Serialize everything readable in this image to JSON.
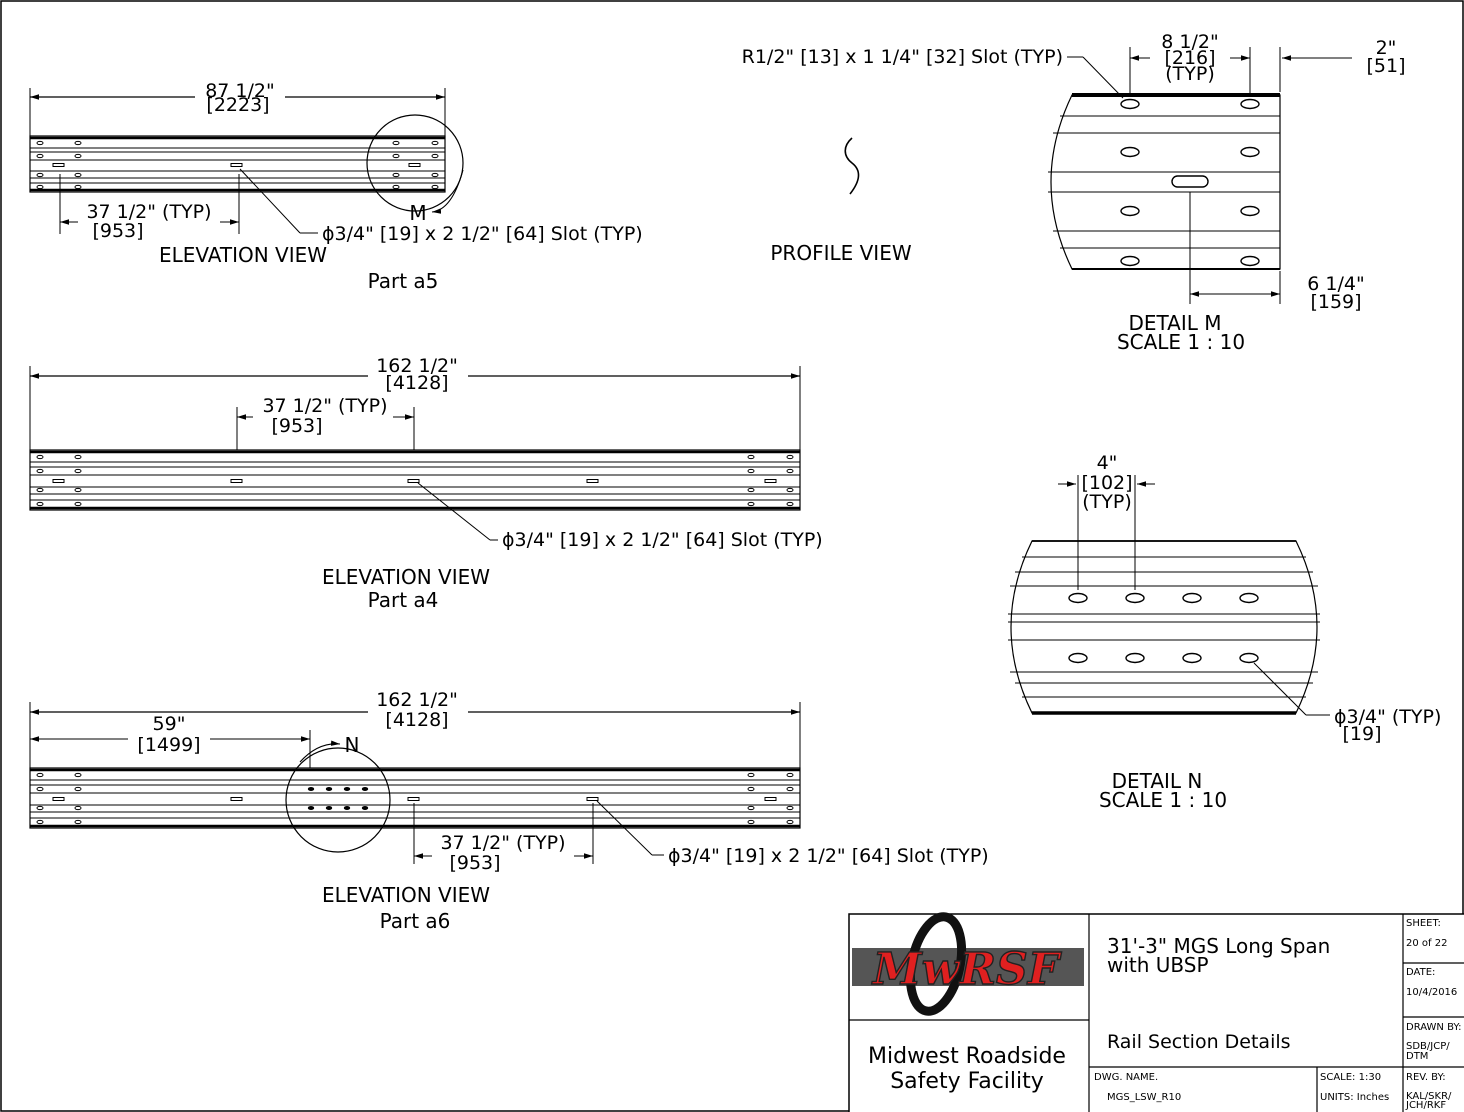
{
  "views": {
    "a5": {
      "overall": "87 1/2\"",
      "overall_mm": "[2223]",
      "spacing": "37 1/2\" (TYP)",
      "spacing_mm": "[953]",
      "slot": "ϕ3/4\" [19] x 2 1/2\" [64] Slot (TYP)",
      "detail_marker": "M",
      "view_name": "ELEVATION VIEW",
      "part": "Part a5"
    },
    "profile": {
      "view_name": "PROFILE VIEW"
    },
    "a4": {
      "overall": "162 1/2\"",
      "overall_mm": "[4128]",
      "spacing": "37 1/2\" (TYP)",
      "spacing_mm": "[953]",
      "slot": "ϕ3/4\" [19] x 2 1/2\" [64] Slot (TYP)",
      "view_name": "ELEVATION VIEW",
      "part": "Part a4"
    },
    "a6": {
      "overall": "162 1/2\"",
      "overall_mm": "[4128]",
      "offset": "59\"",
      "offset_mm": "[1499]",
      "spacing": "37 1/2\" (TYP)",
      "spacing_mm": "[953]",
      "slot": "ϕ3/4\" [19] x 2 1/2\" [64] Slot (TYP)",
      "detail_marker": "N",
      "view_name": "ELEVATION VIEW",
      "part": "Part a6"
    }
  },
  "detail_m": {
    "slot_note": "R1/2\" [13] x 1 1/4\" [32] Slot (TYP)",
    "spacing": "8 1/2\"",
    "spacing_mm": "[216]",
    "spacing_typ": "(TYP)",
    "edge": "2\"",
    "edge_mm": "[51]",
    "center": "6 1/4\"",
    "center_mm": "[159]",
    "title": "DETAIL M",
    "scale": "SCALE 1 : 10"
  },
  "detail_n": {
    "spacing": "4\"",
    "spacing_mm": "[102]",
    "spacing_typ": "(TYP)",
    "hole": "ϕ3/4\" (TYP)",
    "hole_mm": "[19]",
    "title": "DETAIL N",
    "scale": "SCALE 1 : 10"
  },
  "title_block": {
    "logo_text": "MwRSF",
    "org_line1": "Midwest Roadside",
    "org_line2": "Safety Facility",
    "project_line1": "31'-3\" MGS Long Span",
    "project_line2": "with UBSP",
    "sheet_title": "Rail Section Details",
    "dwg_name_label": "DWG. NAME.",
    "dwg_name": "MGS_LSW_R10",
    "scale": "SCALE: 1:30",
    "units": "UNITS: Inches",
    "sheet_label": "SHEET:",
    "sheet": "20 of 22",
    "date_label": "DATE:",
    "date": "10/4/2016",
    "drawn_label": "DRAWN BY:",
    "drawn_line1": "SDB/JCP/",
    "drawn_line2": "DTM",
    "rev_label": "REV. BY:",
    "rev_line1": "KAL/SKR/",
    "rev_line2": "JCH/RKF"
  }
}
